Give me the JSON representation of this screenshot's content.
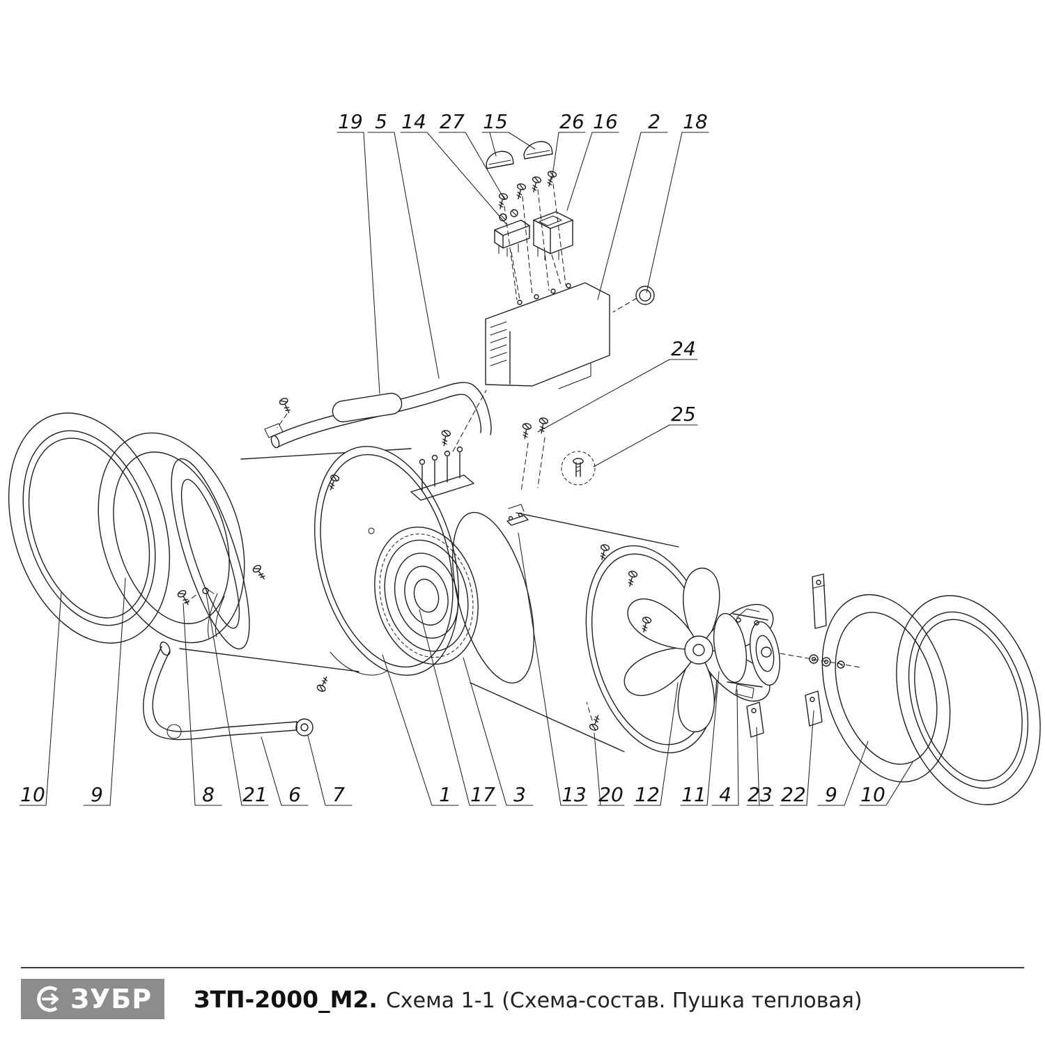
{
  "footer": {
    "logo_text": "ЗУБР",
    "model": "ЗТП-2000_М2.",
    "subtitle": "Схема 1-1 (Схема-состав. Пушка тепловая)"
  },
  "colors": {
    "line": "#1f1f1f",
    "logo_background": "#8c8c8c",
    "logo_text": "#ffffff",
    "text": "#111111"
  },
  "callouts": [
    {
      "label": "19"
    },
    {
      "label": "5"
    },
    {
      "label": "14"
    },
    {
      "label": "27"
    },
    {
      "label": "15"
    },
    {
      "label": "26"
    },
    {
      "label": "16"
    },
    {
      "label": "2"
    },
    {
      "label": "18"
    },
    {
      "label": "24"
    },
    {
      "label": "25"
    },
    {
      "label": "10"
    },
    {
      "label": "9"
    },
    {
      "label": "8"
    },
    {
      "label": "21"
    },
    {
      "label": "6"
    },
    {
      "label": "7"
    },
    {
      "label": "1"
    },
    {
      "label": "17"
    },
    {
      "label": "3"
    },
    {
      "label": "13"
    },
    {
      "label": "20"
    },
    {
      "label": "12"
    },
    {
      "label": "11"
    },
    {
      "label": "4"
    },
    {
      "label": "23"
    },
    {
      "label": "22"
    },
    {
      "label": "9"
    },
    {
      "label": "10"
    }
  ]
}
